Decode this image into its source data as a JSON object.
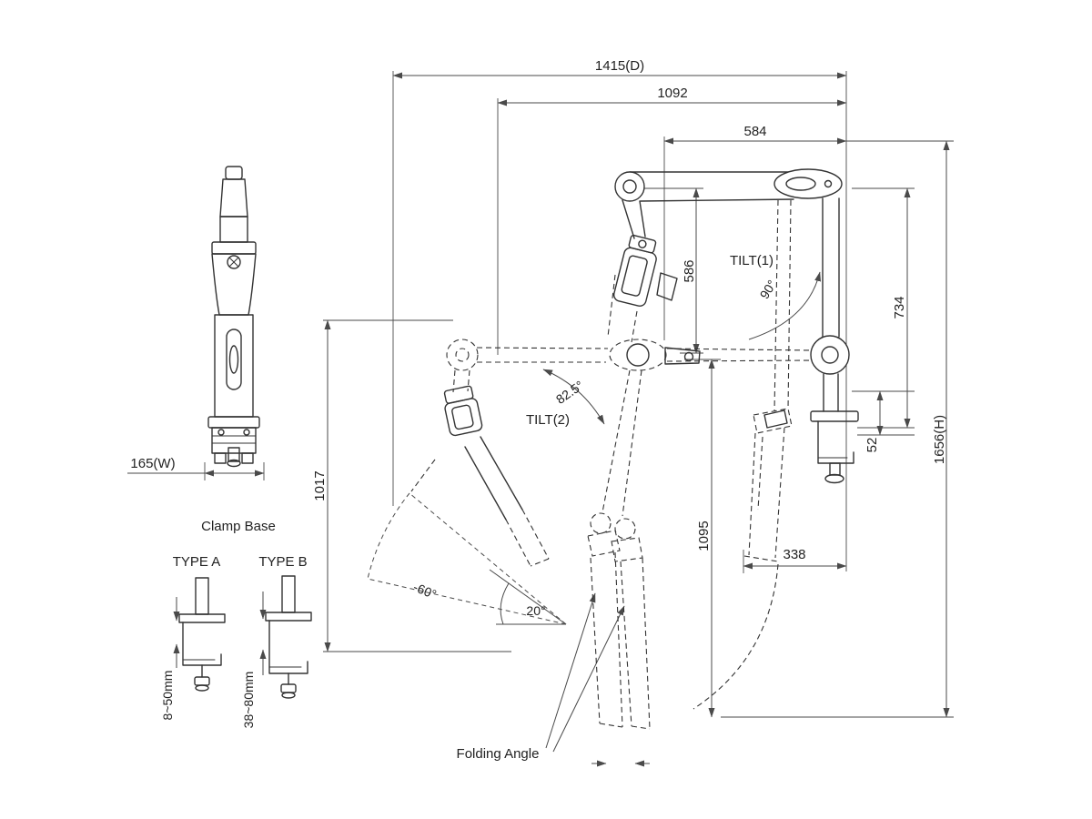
{
  "drawing": {
    "colors": {
      "background": "#ffffff",
      "line": "#333333",
      "dimension": "#4a4a4a"
    },
    "dimensions": {
      "depth": "1415(D)",
      "d1092": "1092",
      "d584": "584",
      "d586": "586",
      "d734": "734",
      "total_height": "1656(H)",
      "d52": "52",
      "d1017": "1017",
      "d1095": "1095",
      "d338": "338",
      "width": "165(W)"
    },
    "angles": {
      "tilt1_label": "TILT(1)",
      "tilt1_value": "90°",
      "tilt2_label": "TILT(2)",
      "tilt2_value": "82.5°",
      "fold_up": "-60°",
      "fold_down": "20°",
      "folding_label": "Folding Angle"
    },
    "clamp": {
      "section_title": "Clamp Base",
      "type_a": "TYPE A",
      "type_b": "TYPE B",
      "range_a": "8~50mm",
      "range_b": "38~80mm"
    }
  }
}
